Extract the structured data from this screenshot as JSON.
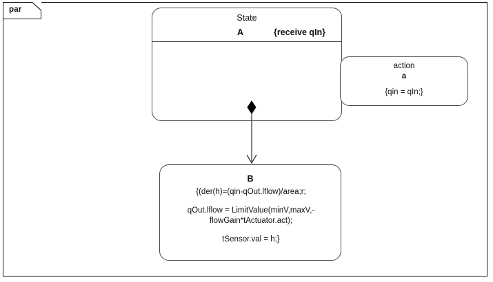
{
  "frame": {
    "tab_label": "par"
  },
  "state_box": {
    "keyword": "State",
    "name": "A",
    "trigger": "{receive  qIn}"
  },
  "action_box": {
    "keyword": "action",
    "name": "a",
    "body": "{qin = qIn;}"
  },
  "b_box": {
    "name": "B",
    "lines": [
      "{(der(h)=(qin-qOut.lflow)/area;r;",
      "qOut.lflow = LimitValue(minV,maxV,-flowGain*tActuator.act);",
      "tSensor.val = h;}"
    ]
  },
  "connector": {
    "type": "composition-arrow",
    "end_marker": "open-arrowhead",
    "start_marker": "filled-diamond"
  },
  "colors": {
    "frame_border": "#1a1a1a",
    "box_border": "#4a4a4a",
    "text": "#111111",
    "background": "#ffffff",
    "diamond_fill": "#000000"
  }
}
